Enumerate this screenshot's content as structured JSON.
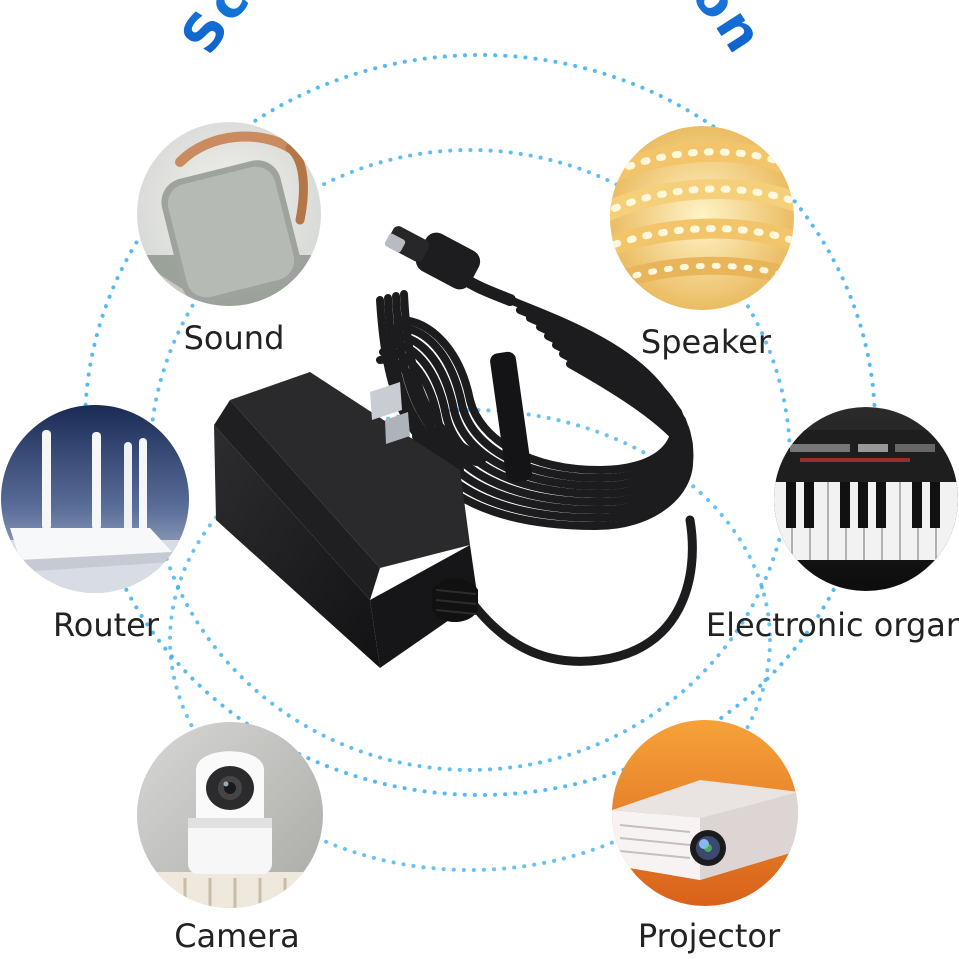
{
  "title": "Scope of application",
  "applications": [
    {
      "id": "sound",
      "label": "Sound",
      "icon": "fabric-speaker-icon"
    },
    {
      "id": "speaker",
      "label": "Speaker",
      "icon": "led-strip-icon"
    },
    {
      "id": "router",
      "label": "Router",
      "icon": "wifi-router-icon"
    },
    {
      "id": "organ",
      "label": "Electronic organ",
      "icon": "keyboard-icon"
    },
    {
      "id": "camera",
      "label": "Camera",
      "icon": "security-camera-icon"
    },
    {
      "id": "projector",
      "label": "Projector",
      "icon": "projector-icon"
    }
  ],
  "product": {
    "icon": "power-adapter-icon"
  },
  "colors": {
    "title_top": "#1a8ff0",
    "title_bottom": "#0c5fc8",
    "dots": "#38aef0",
    "label_text": "#222222",
    "adapter": "#1b1b1d"
  }
}
